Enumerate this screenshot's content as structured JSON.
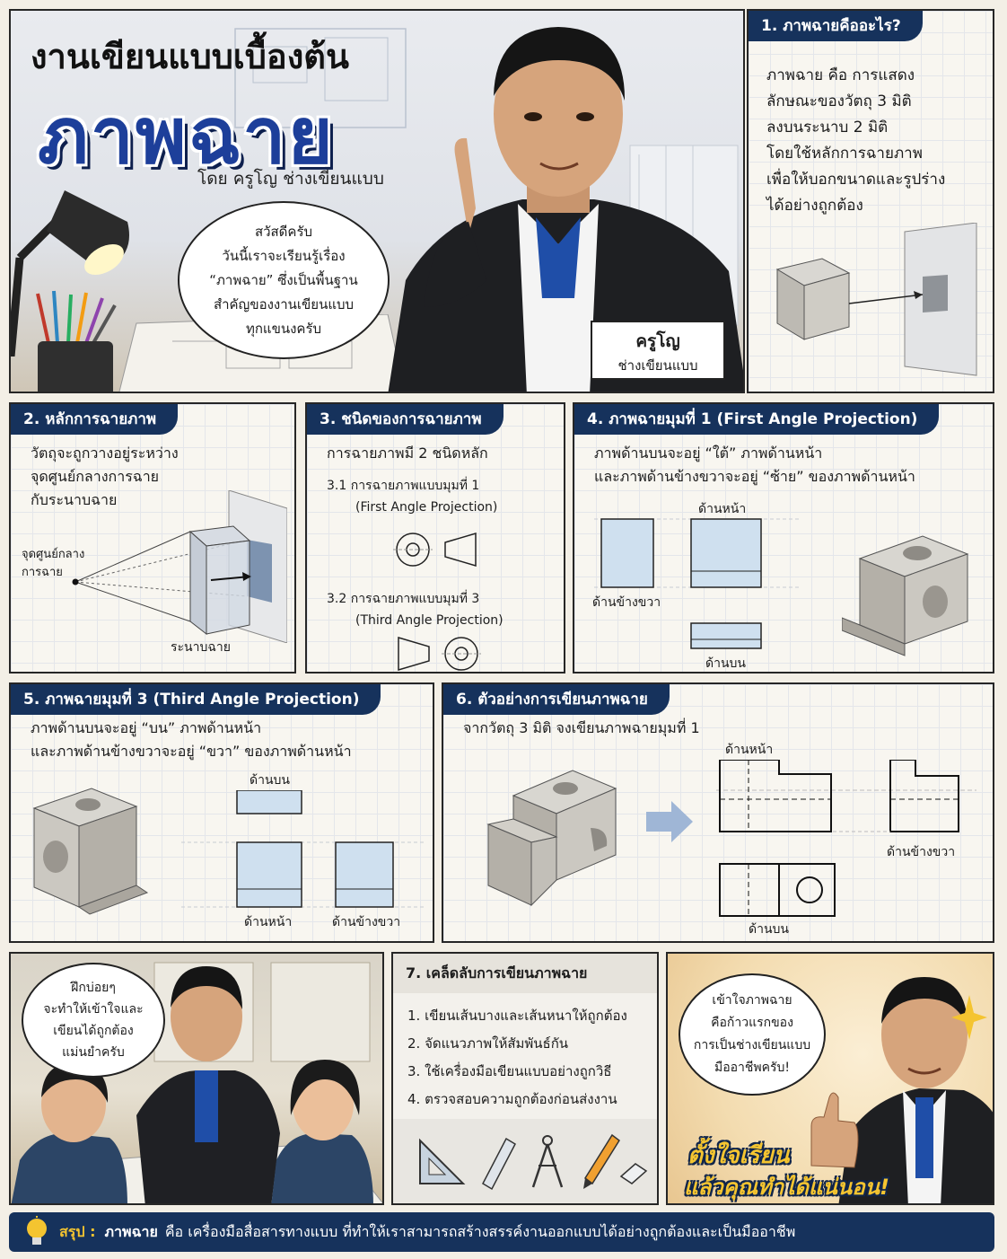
{
  "hero": {
    "title_top": "งานเขียนแบบเบื้องต้น",
    "title_main": "ภาพฉาย",
    "byline": "โดย ครูโญ ช่างเขียนแบบ",
    "speech": [
      "สวัสดีครับ",
      "วันนี้เราจะเรียนรู้เรื่อง",
      "“ภาพฉาย” ซึ่งเป็นพื้นฐาน",
      "สำคัญของงานเขียนแบบ",
      "ทุกแขนงครับ"
    ],
    "name_tag": {
      "name": "ครูโญ",
      "role": "ช่างเขียนแบบ"
    }
  },
  "s1": {
    "title": "1. ภาพฉายคืออะไร?",
    "lines": [
      "ภาพฉาย คือ การแสดง",
      "ลักษณะของวัตถุ 3 มิติ",
      "ลงบนระนาบ 2 มิติ",
      "โดยใช้หลักการฉายภาพ",
      "เพื่อให้บอกขนาดและรูปร่าง",
      "ได้อย่างถูกต้อง"
    ]
  },
  "s2": {
    "title": "2. หลักการฉายภาพ",
    "lines": [
      "วัตถุจะถูกวางอยู่ระหว่าง",
      "จุดศูนย์กลางการฉาย",
      "กับระนาบฉาย"
    ],
    "label_center": [
      "จุดศูนย์กลาง",
      "การฉาย"
    ],
    "label_plane": "ระนาบฉาย"
  },
  "s3": {
    "title": "3. ชนิดของการฉายภาพ",
    "intro": "การฉายภาพมี 2 ชนิดหลัก",
    "item1": "3.1 การฉายภาพแบบมุมที่ 1",
    "item1_en": "(First Angle Projection)",
    "item2": "3.2 การฉายภาพแบบมุมที่ 3",
    "item2_en": "(Third Angle Projection)"
  },
  "s4": {
    "title": "4. ภาพฉายมุมที่ 1 (First Angle Projection)",
    "lines": [
      "ภาพด้านบนจะอยู่ “ใต้” ภาพด้านหน้า",
      "และภาพด้านข้างขวาจะอยู่ “ซ้าย” ของภาพด้านหน้า"
    ],
    "label_front": "ด้านหน้า",
    "label_side": "ด้านข้างขวา",
    "label_top": "ด้านบน"
  },
  "s5": {
    "title": "5. ภาพฉายมุมที่ 3 (Third Angle Projection)",
    "lines": [
      "ภาพด้านบนจะอยู่ “บน” ภาพด้านหน้า",
      "และภาพด้านข้างขวาจะอยู่ “ขวา” ของภาพด้านหน้า"
    ],
    "label_top": "ด้านบน",
    "label_front": "ด้านหน้า",
    "label_side": "ด้านข้างขวา"
  },
  "s6": {
    "title": "6. ตัวอย่างการเขียนภาพฉาย",
    "task": "จากวัตถุ 3 มิติ จงเขียนภาพฉายมุมที่ 1",
    "label_front": "ด้านหน้า",
    "label_side": "ด้านข้างขวา",
    "label_top": "ด้านบน"
  },
  "practice": {
    "speech": [
      "ฝึกบ่อยๆ",
      "จะทำให้เข้าใจและ",
      "เขียนได้ถูกต้อง",
      "แม่นยำครับ"
    ]
  },
  "s7": {
    "title": "7. เคล็ดลับการเขียนภาพฉาย",
    "tips": [
      "1. เขียนเส้นบางและเส้นหนาให้ถูกต้อง",
      "2. จัดแนวภาพให้สัมพันธ์กัน",
      "3. ใช้เครื่องมือเขียนแบบอย่างถูกวิธี",
      "4. ตรวจสอบความถูกต้องก่อนส่งงาน"
    ]
  },
  "closing": {
    "speech": [
      "เข้าใจภาพฉาย",
      "คือก้าวแรกของ",
      "การเป็นช่างเขียนแบบ",
      "มืออาชีพครับ!"
    ],
    "slogan1": "ตั้งใจเรียน",
    "slogan2": "แล้วคุณทำได้แน่นอน!"
  },
  "summary": {
    "label": "สรุป :",
    "term": "ภาพฉาย",
    "text": "คือ เครื่องมือสื่อสารทางแบบ ที่ทำให้เราสามารถสร้างสรรค์งานออกแบบได้อย่างถูกต้องและเป็นมืออาชีพ"
  },
  "colors": {
    "header": "#16325c",
    "accent_yellow": "#f4c430",
    "view_fill": "#cfe0ef"
  }
}
